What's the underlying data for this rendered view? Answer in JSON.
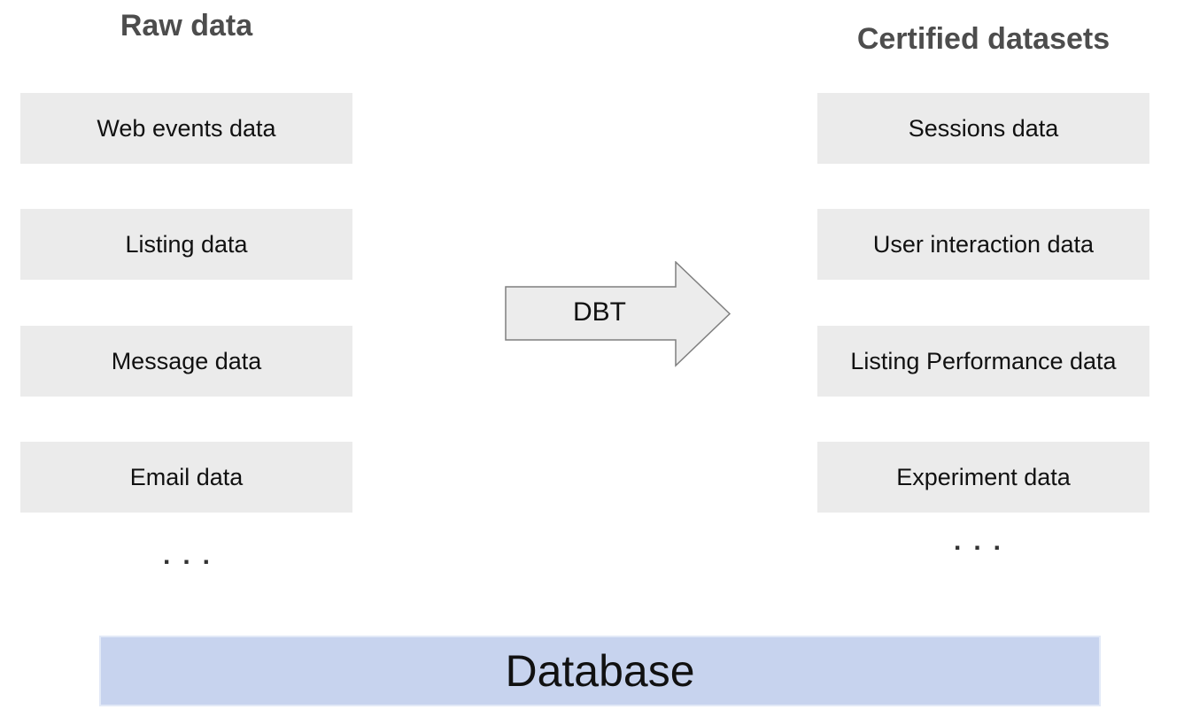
{
  "diagram": {
    "left_column": {
      "title": "Raw data",
      "boxes": [
        "Web events data",
        "Listing data",
        "Message data",
        "Email data"
      ],
      "ellipsis": "..."
    },
    "arrow": {
      "label": "DBT"
    },
    "right_column": {
      "title": "Certified datasets",
      "boxes": [
        "Sessions data",
        "User interaction data",
        "Listing Performance data",
        "Experiment data"
      ],
      "ellipsis": "..."
    },
    "database": {
      "label": "Database"
    },
    "colors": {
      "box_fill": "#ebebeb",
      "arrow_fill": "#ececec",
      "arrow_stroke": "#7f7f7f",
      "database_fill": "#c7d3ee",
      "heading_text": "#4d4d4d"
    }
  }
}
